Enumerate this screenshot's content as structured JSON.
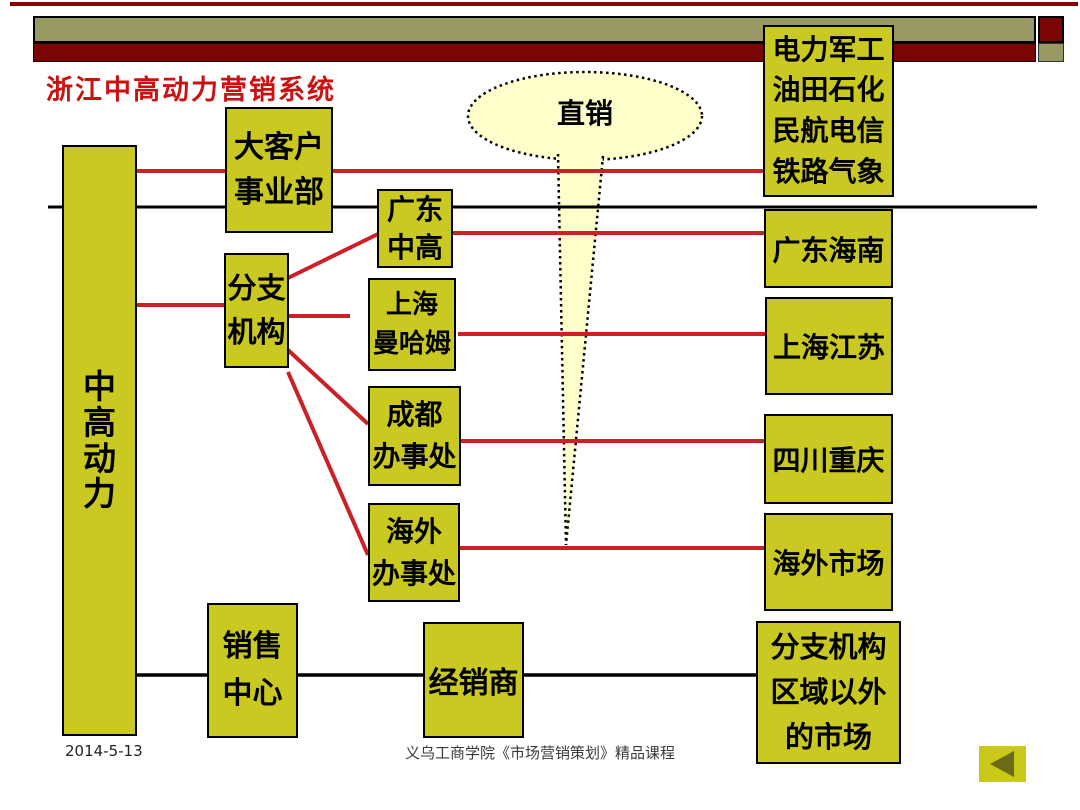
{
  "slide": {
    "title": "浙江中高动力营销系统",
    "date": "2014-5-13",
    "course_footer": "义乌工商学院《市场营销策划》精品课程"
  },
  "diagram": {
    "company": "中高动力",
    "key_account_dept": "大客户\n事业部",
    "branch_org": "分支\n机构",
    "guangdong_zhonggao": "广东\n中高",
    "shanghai_manham": "上海\n曼哈姆",
    "chengdu_office": "成都\n办事处",
    "overseas_office": "海外\n办事处",
    "sales_center": "销售\n中心",
    "dealer": "经销商",
    "direct_sales": "直销",
    "industry_customers": "电力军工\n油田石化\n民航电信\n铁路气象",
    "guangdong_hainan": "广东海南",
    "shanghai_jiangsu": "上海江苏",
    "sichuan_chongqing": "四川重庆",
    "overseas_market": "海外市场",
    "market_outside_branch": "分支机构\n区域以外\n的市场"
  },
  "icons": {
    "back_button": "left-triangle-icon"
  },
  "colors": {
    "box_fill": "#C9C922",
    "box_border": "#000000",
    "connector_red": "#CB2026",
    "connector_black": "#000000",
    "bubble_fill": "#FFFFCC",
    "band_olive": "#999966",
    "band_maroon": "#7A0505",
    "title_red": "#CC1111",
    "back_button_fill": "#C9C91A",
    "back_arrow": "#6B6B1A"
  }
}
